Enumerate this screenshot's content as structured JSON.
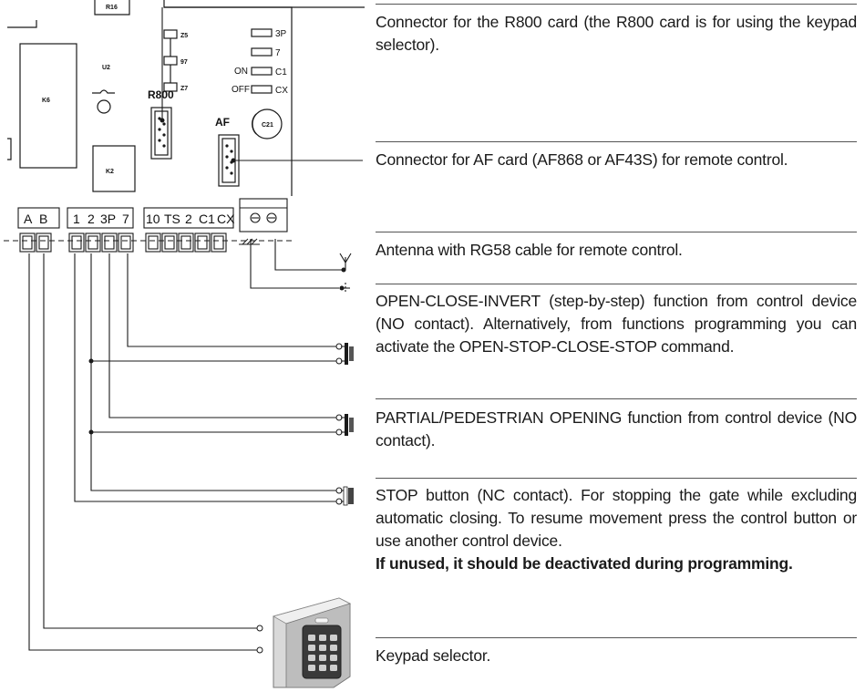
{
  "board": {
    "components": {
      "r16": "R16",
      "u2": "U2",
      "k6": "K6",
      "k2": "K2",
      "z5": "Z5",
      "z6": "97",
      "z7": "Z7",
      "c21": "C21"
    },
    "connector_labels": {
      "r800": "R800",
      "af": "AF"
    },
    "jumpers": {
      "j3p": "3P",
      "j7": "7",
      "on": "ON",
      "c1": "C1",
      "off": "OFF",
      "cx": "CX"
    },
    "terminal_labels": [
      "A",
      "B",
      "1",
      "2",
      "3P",
      "7",
      "10",
      "TS",
      "2",
      "C1",
      "CX"
    ]
  },
  "descriptions": [
    {
      "text": "Connector for the R800 card (the R800 card is for using the keypad selector).",
      "note": ""
    },
    {
      "text": "Connector for AF card (AF868 or AF43S) for remote control.",
      "note": ""
    },
    {
      "text": "Antenna with RG58 cable for remote control.",
      "note": ""
    },
    {
      "text": "OPEN-CLOSE-INVERT (step-by-step) function from control device (NO contact). Alternatively, from functions programming you can activate the OPEN-STOP-CLOSE-STOP command.",
      "note": ""
    },
    {
      "text": "PARTIAL/PEDESTRIAN OPENING function from control device (NO contact).",
      "note": ""
    },
    {
      "text": "STOP button (NC contact). For stopping the gate while excluding automatic closing. To resume movement press the control button or use another control device.",
      "note": "If unused, it should be deactivated during programming."
    },
    {
      "text": "Keypad selector.",
      "note": ""
    }
  ]
}
